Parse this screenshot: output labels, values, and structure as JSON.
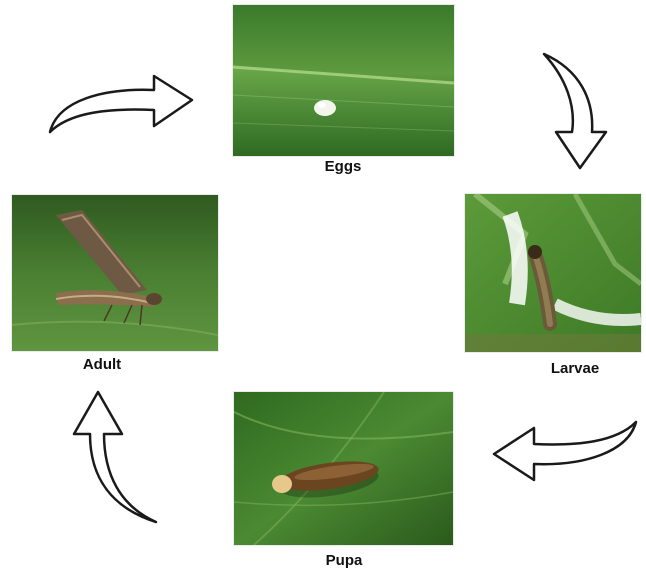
{
  "stages": {
    "eggs": {
      "label": "Eggs"
    },
    "larvae": {
      "label": "Larvae"
    },
    "pupa": {
      "label": "Pupa"
    },
    "adult": {
      "label": "Adult"
    }
  },
  "colors": {
    "leaf_dark": "#2f5a1f",
    "leaf_mid": "#4f8a32",
    "leaf_light": "#86b860",
    "arrow_stroke": "#1a1a1a",
    "arrow_fill": "#ffffff"
  },
  "icons": {
    "cycle_arrow": "curved-arrow-icon"
  }
}
